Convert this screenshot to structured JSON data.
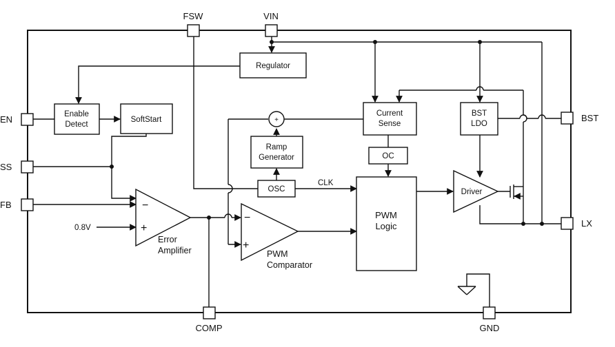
{
  "pins": {
    "fsw": "FSW",
    "vin": "VIN",
    "en": "EN",
    "ss": "SS",
    "fb": "FB",
    "bst": "BST",
    "lx": "LX",
    "comp": "COMP",
    "gnd": "GND"
  },
  "blocks": {
    "regulator": "Regulator",
    "enable_detect": [
      "Enable",
      "Detect"
    ],
    "softstart": "SoftStart",
    "current_sense": [
      "Current",
      "Sense"
    ],
    "bst_ldo": [
      "BST",
      "LDO"
    ],
    "ramp_generator": [
      "Ramp",
      "Generator"
    ],
    "oc": "OC",
    "osc": "OSC",
    "pwm_logic": [
      "PWM",
      "Logic"
    ],
    "driver": "Driver"
  },
  "amplifiers": {
    "error_amplifier": [
      "Error",
      "Amplifier"
    ],
    "pwm_comparator": [
      "PWM",
      "Comparator"
    ]
  },
  "signals": {
    "clk": "CLK",
    "vref": "0.8V",
    "minus": "−",
    "plus": "+"
  }
}
